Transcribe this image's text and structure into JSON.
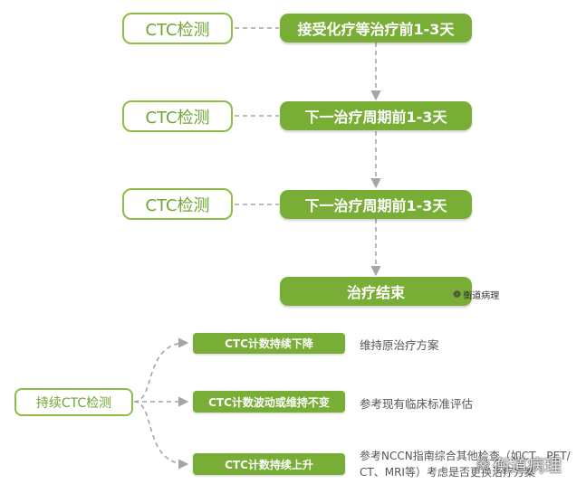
{
  "flow": {
    "steps": [
      {
        "test": "CTC检测",
        "timing": "接受化疗等治疗前1-3天"
      },
      {
        "test": "CTC检测",
        "timing": "下一治疗周期前1-3天"
      },
      {
        "test": "CTC检测",
        "timing": "下一治疗周期前1-3天"
      }
    ],
    "end": "治疗结束"
  },
  "monitoring": {
    "root": "持续CTC检测",
    "branches": [
      {
        "condition": "CTC计数持续下降",
        "action": "维持原治疗方案"
      },
      {
        "condition": "CTC计数波动或维持不变",
        "action": "参考现有临床标准评估"
      },
      {
        "condition": "CTC计数持续上升",
        "action_line1": "参考NCCN指南综合其他检查（如CT、PET/",
        "action_line2": "CT、MRI等）考虑是否更换治疗方案"
      }
    ]
  },
  "watermarks": {
    "small": "衡道病理",
    "large": "衡道病理"
  },
  "colors": {
    "green": "#78ad36",
    "outline_green": "#8dbd47",
    "connector_gray": "#a5a5a5"
  }
}
